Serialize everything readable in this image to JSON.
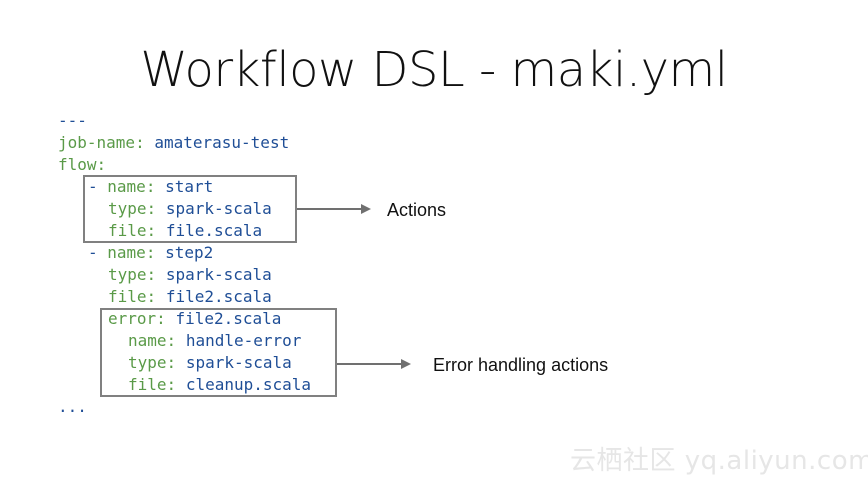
{
  "slide": {
    "title": "Workflow DSL - maki.yml"
  },
  "code": {
    "line1": {
      "indent": "",
      "text": "---"
    },
    "line2": {
      "key": "job-name:",
      "value": "amaterasu-test"
    },
    "line3": {
      "key": "flow:"
    },
    "line4": {
      "dash": "-",
      "key": "name:",
      "value": "start"
    },
    "line5": {
      "key": "type:",
      "value": "spark-scala"
    },
    "line6": {
      "key": "file:",
      "value": "file.scala"
    },
    "line7": {
      "dash": "-",
      "key": "name:",
      "value": "step2"
    },
    "line8": {
      "key": "type:",
      "value": "spark-scala"
    },
    "line9": {
      "key": "file:",
      "value": "file2.scala"
    },
    "line10": {
      "key": "error:",
      "value": "file2.scala"
    },
    "line11": {
      "key": "name:",
      "value": "handle-error"
    },
    "line12": {
      "key": "type:",
      "value": "spark-scala"
    },
    "line13": {
      "key": "file:",
      "value": "cleanup.scala"
    },
    "line14": {
      "text": "..."
    }
  },
  "annotations": {
    "actions": "Actions",
    "error_actions": "Error handling actions"
  },
  "watermark": "云栖社区 yq.aliyun.com",
  "colors": {
    "key": "#5a9a48",
    "value": "#1f4e96",
    "box": "#808080"
  }
}
